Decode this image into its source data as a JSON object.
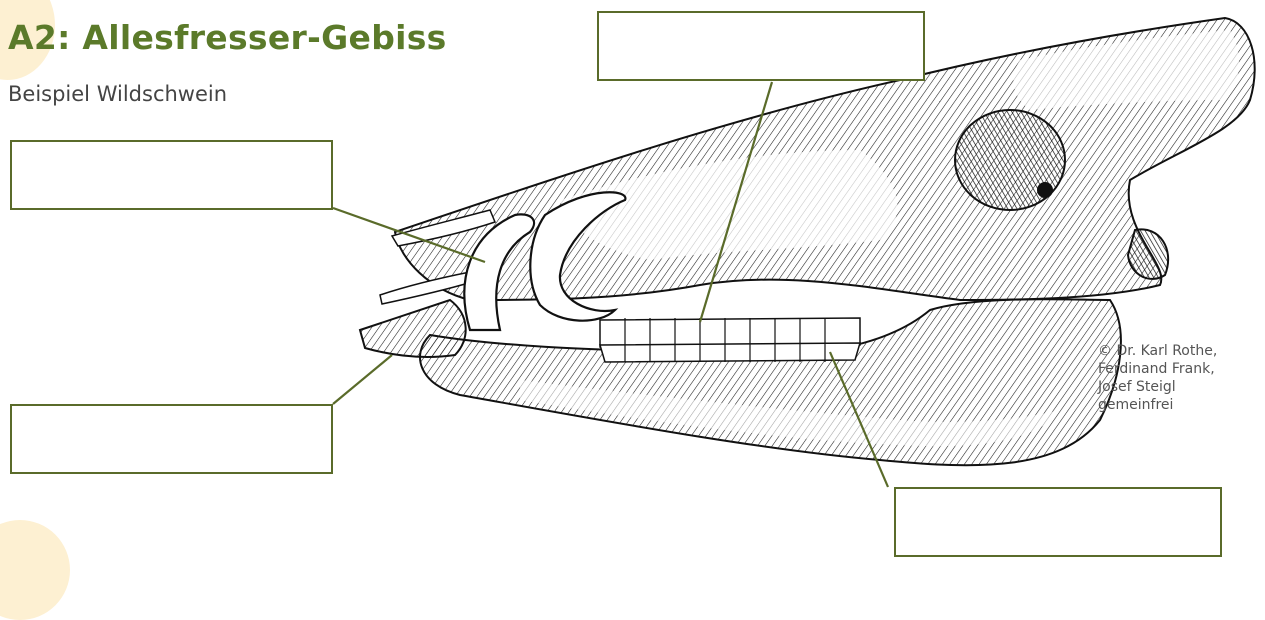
{
  "header": {
    "title": "A2: Allesfresser-Gebiss",
    "subtitle": "Beispiel Wildschwein"
  },
  "label_boxes": [
    {
      "id": "top",
      "text": ""
    },
    {
      "id": "left-upper",
      "text": ""
    },
    {
      "id": "left-lower",
      "text": ""
    },
    {
      "id": "bottom-right",
      "text": ""
    }
  ],
  "credit": {
    "line1": "© Dr. Karl Rothe,",
    "line2": "Ferdinand Frank,",
    "line3": "Josef Steigl",
    "line4": "gemeinfrei"
  },
  "colors": {
    "title": "#5b7a2a",
    "box_border": "#5a6b2a",
    "accent_blob": "#fdf0d2"
  },
  "illustration": "wild-boar-skull-engraving"
}
